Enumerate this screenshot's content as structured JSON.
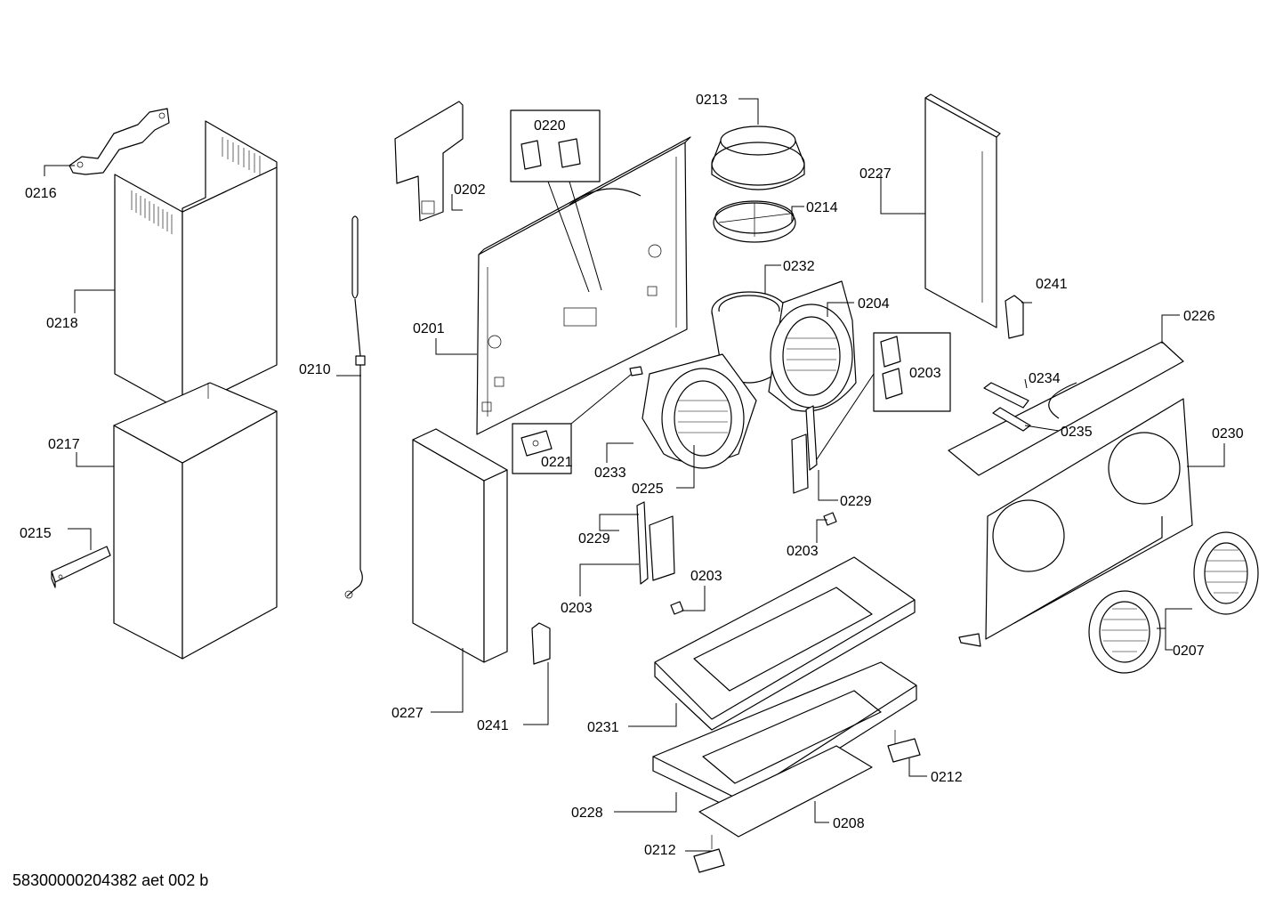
{
  "footer_code": "58300000204382 aet 002 b",
  "labels": {
    "p0216": "0216",
    "p0218": "0218",
    "p0217": "0217",
    "p0215": "0215",
    "p0210": "0210",
    "p0202": "0202",
    "p0220": "0220",
    "p0201": "0201",
    "p0221": "0221",
    "p0227a": "0227",
    "p0241a": "0241",
    "p0213": "0213",
    "p0214": "0214",
    "p0232": "0232",
    "p0204": "0204",
    "p0233": "0233",
    "p0225": "0225",
    "p0203a": "0203",
    "p0229a": "0229",
    "p0229b": "0229",
    "p0203b": "0203",
    "p0203c": "0203",
    "p0203d": "0203",
    "p0231": "0231",
    "p0228": "0228",
    "p0212a": "0212",
    "p0208": "0208",
    "p0212b": "0212",
    "p0227b": "0227",
    "p0241b": "0241",
    "p0226": "0226",
    "p0234": "0234",
    "p0235": "0235",
    "p0230": "0230",
    "p0207": "0207"
  }
}
